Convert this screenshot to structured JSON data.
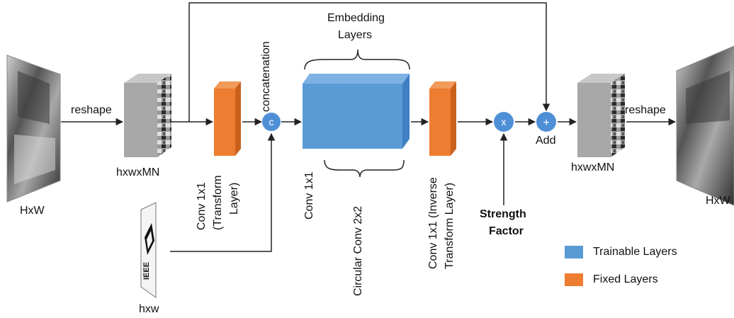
{
  "labels": {
    "input_size": "HxW",
    "output_size": "HxW",
    "reshape_in": "reshape",
    "reshape_out": "reshape",
    "tensor_in": "hxwxMN",
    "tensor_out": "hxwxMN",
    "watermark_size": "hxw",
    "concatenation": "concatenation",
    "concat_symbol": "c",
    "multiply_symbol": "x",
    "add_symbol": "+",
    "add": "Add",
    "embedding_line1": "Embedding",
    "embedding_line2": "Layers",
    "conv_transform_line1": "Conv 1x1",
    "conv_transform_line2": "(Transform",
    "conv_transform_line3": "Layer)",
    "conv1x1": "Conv  1x1",
    "circular_conv": "Circular Conv  2x2",
    "inverse_line1": "Conv 1x1 (Inverse",
    "inverse_line2": "Transform Layer)",
    "strength_line1": "Strength",
    "strength_line2": "Factor",
    "watermark_logo_text": "IEEE"
  },
  "legend": [
    {
      "label": "Trainable Layers",
      "color": "#5B9BD5"
    },
    {
      "label": "Fixed Layers",
      "color": "#ED7D31"
    }
  ],
  "colors": {
    "trainable": "#5B9BD5",
    "trainable_front": "#4a8ad0",
    "fixed": "#ED7D31",
    "fixed_front": "#e0701f",
    "operator": "#4f8fd6",
    "arrow": "#222222"
  }
}
